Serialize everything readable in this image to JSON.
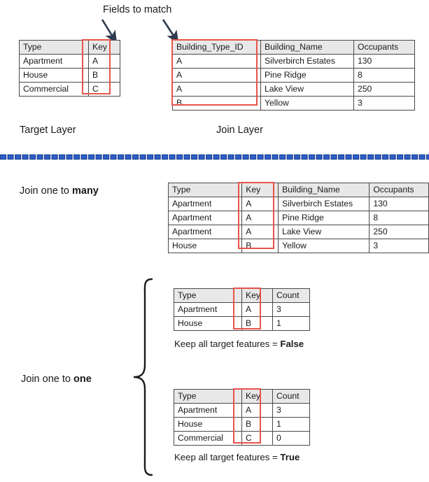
{
  "diagram": {
    "title_note": "Fields to match",
    "target_layer_label": "Target Layer",
    "join_layer_label": "Join Layer",
    "one_to_many_label_prefix": "Join one to ",
    "one_to_many_label_emphasis": "many",
    "one_to_one_label_prefix": "Join one to ",
    "one_to_one_label_emphasis": "one",
    "keep_false_prefix": "Keep all target features = ",
    "keep_false_emphasis": "False",
    "keep_true_prefix": "Keep all target features = ",
    "keep_true_emphasis": "True"
  },
  "colors": {
    "highlight_red": "#e8534a",
    "header_gray": "#e8e8e8",
    "border_gray": "#4a4a4a",
    "arrow_navy": "#2e3b4e",
    "divider_blue": "#2a5fc8",
    "divider_blue_dark": "#1b3f8f",
    "text": "#1a1a1a"
  },
  "target_table": {
    "name": "Target Layer table",
    "headers": [
      "Type",
      "Key"
    ],
    "rows": [
      [
        "Apartment",
        "A"
      ],
      [
        "House",
        "B"
      ],
      [
        "Commercial",
        "C"
      ]
    ],
    "highlighted_column": "Key"
  },
  "join_table": {
    "name": "Join Layer table",
    "headers": [
      "Building_Type_ID",
      "Building_Name",
      "Occupants"
    ],
    "rows": [
      [
        "A",
        "Silverbirch Estates",
        "130"
      ],
      [
        "A",
        "Pine Ridge",
        "8"
      ],
      [
        "A",
        "Lake View",
        "250"
      ],
      [
        "B",
        "Yellow",
        "3"
      ]
    ],
    "highlighted_column": "Building_Type_ID"
  },
  "one_to_many_table": {
    "name": "Join one to many result table",
    "headers": [
      "Type",
      "Key",
      "Building_Name",
      "Occupants"
    ],
    "rows": [
      [
        "Apartment",
        "A",
        "Silverbirch Estates",
        "130"
      ],
      [
        "Apartment",
        "A",
        "Pine Ridge",
        "8"
      ],
      [
        "Apartment",
        "A",
        "Lake View",
        "250"
      ],
      [
        "House",
        "B",
        "Yellow",
        "3"
      ]
    ],
    "highlighted_column": "Key"
  },
  "one_to_one_false_table": {
    "name": "Join one to one, keep all target features false",
    "headers": [
      "Type",
      "Key",
      "Count"
    ],
    "rows": [
      [
        "Apartment",
        "A",
        "3"
      ],
      [
        "House",
        "B",
        "1"
      ]
    ],
    "highlighted_column": "Key"
  },
  "one_to_one_true_table": {
    "name": "Join one to one, keep all target features true",
    "headers": [
      "Type",
      "Key",
      "Count"
    ],
    "rows": [
      [
        "Apartment",
        "A",
        "3"
      ],
      [
        "House",
        "B",
        "1"
      ],
      [
        "Commercial",
        "C",
        "0"
      ]
    ],
    "highlighted_column": "Key"
  },
  "annotations": {
    "arrow_left_name": "arrow-to-target-key",
    "arrow_right_name": "arrow-to-join-key",
    "brace_name": "one-to-one-brace",
    "divider_name": "section-divider"
  }
}
